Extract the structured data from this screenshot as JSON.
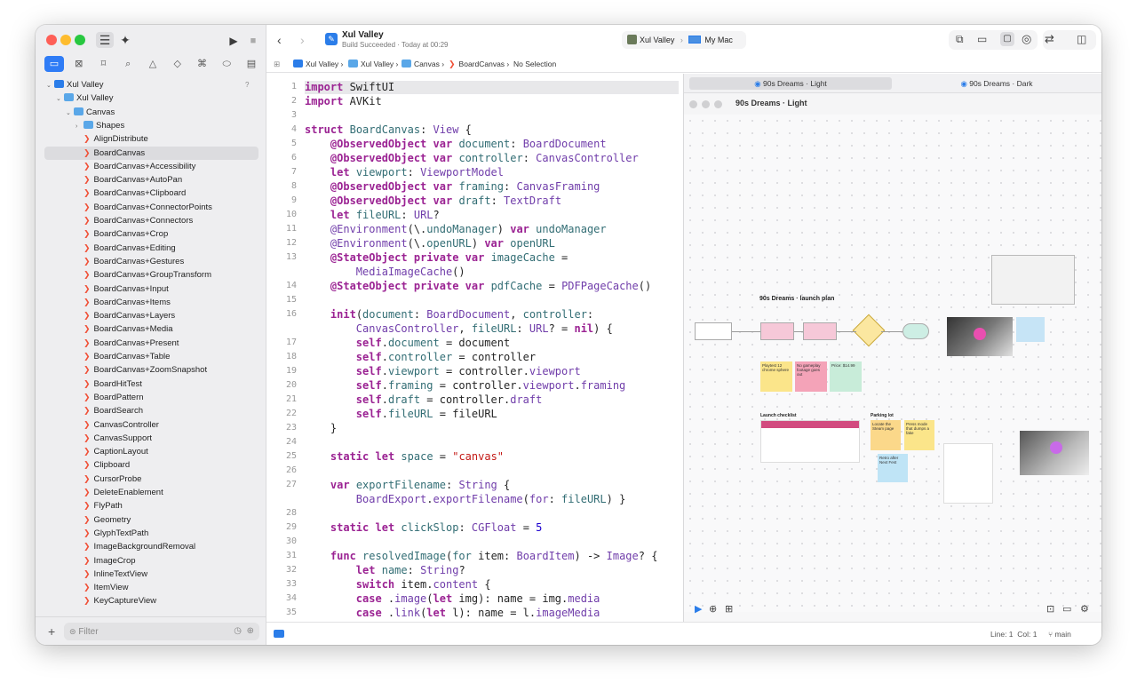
{
  "toolbar": {
    "project_name": "Xul Valley",
    "build_status": "Build Succeeded",
    "build_time": "Today at 00:29",
    "scheme": "Xul Valley",
    "destination": "My Mac"
  },
  "breadcrumb": [
    "Xul Valley",
    "Xul Valley",
    "Canvas",
    "BoardCanvas",
    "No Selection"
  ],
  "sidebar": {
    "project_badge": "?",
    "filter_placeholder": "Filter",
    "tree": [
      {
        "label": "Xul Valley",
        "level": 0,
        "kind": "project",
        "open": true
      },
      {
        "label": "Xul Valley",
        "level": 1,
        "kind": "folder",
        "open": true
      },
      {
        "label": "Canvas",
        "level": 2,
        "kind": "folder",
        "open": true
      },
      {
        "label": "Shapes",
        "level": 3,
        "kind": "folder",
        "open": false
      },
      {
        "label": "AlignDistribute",
        "level": 3,
        "kind": "swift"
      },
      {
        "label": "BoardCanvas",
        "level": 3,
        "kind": "swift",
        "selected": true
      },
      {
        "label": "BoardCanvas+Accessibility",
        "level": 3,
        "kind": "swift"
      },
      {
        "label": "BoardCanvas+AutoPan",
        "level": 3,
        "kind": "swift"
      },
      {
        "label": "BoardCanvas+Clipboard",
        "level": 3,
        "kind": "swift"
      },
      {
        "label": "BoardCanvas+ConnectorPoints",
        "level": 3,
        "kind": "swift"
      },
      {
        "label": "BoardCanvas+Connectors",
        "level": 3,
        "kind": "swift"
      },
      {
        "label": "BoardCanvas+Crop",
        "level": 3,
        "kind": "swift"
      },
      {
        "label": "BoardCanvas+Editing",
        "level": 3,
        "kind": "swift"
      },
      {
        "label": "BoardCanvas+Gestures",
        "level": 3,
        "kind": "swift"
      },
      {
        "label": "BoardCanvas+GroupTransform",
        "level": 3,
        "kind": "swift"
      },
      {
        "label": "BoardCanvas+Input",
        "level": 3,
        "kind": "swift"
      },
      {
        "label": "BoardCanvas+Items",
        "level": 3,
        "kind": "swift"
      },
      {
        "label": "BoardCanvas+Layers",
        "level": 3,
        "kind": "swift"
      },
      {
        "label": "BoardCanvas+Media",
        "level": 3,
        "kind": "swift"
      },
      {
        "label": "BoardCanvas+Present",
        "level": 3,
        "kind": "swift"
      },
      {
        "label": "BoardCanvas+Table",
        "level": 3,
        "kind": "swift"
      },
      {
        "label": "BoardCanvas+ZoomSnapshot",
        "level": 3,
        "kind": "swift"
      },
      {
        "label": "BoardHitTest",
        "level": 3,
        "kind": "swift"
      },
      {
        "label": "BoardPattern",
        "level": 3,
        "kind": "swift"
      },
      {
        "label": "BoardSearch",
        "level": 3,
        "kind": "swift"
      },
      {
        "label": "CanvasController",
        "level": 3,
        "kind": "swift"
      },
      {
        "label": "CanvasSupport",
        "level": 3,
        "kind": "swift"
      },
      {
        "label": "CaptionLayout",
        "level": 3,
        "kind": "swift"
      },
      {
        "label": "Clipboard",
        "level": 3,
        "kind": "swift"
      },
      {
        "label": "CursorProbe",
        "level": 3,
        "kind": "swift"
      },
      {
        "label": "DeleteEnablement",
        "level": 3,
        "kind": "swift"
      },
      {
        "label": "FlyPath",
        "level": 3,
        "kind": "swift"
      },
      {
        "label": "Geometry",
        "level": 3,
        "kind": "swift"
      },
      {
        "label": "GlyphTextPath",
        "level": 3,
        "kind": "swift"
      },
      {
        "label": "ImageBackgroundRemoval",
        "level": 3,
        "kind": "swift"
      },
      {
        "label": "ImageCrop",
        "level": 3,
        "kind": "swift"
      },
      {
        "label": "InlineTextView",
        "level": 3,
        "kind": "swift"
      },
      {
        "label": "ItemView",
        "level": 3,
        "kind": "swift"
      },
      {
        "label": "KeyCaptureView",
        "level": 3,
        "kind": "swift"
      }
    ]
  },
  "editor": {
    "lines": [
      {
        "n": "1",
        "html": "<span class='kw'>import</span> SwiftUI"
      },
      {
        "n": "2",
        "html": "<span class='kw'>import</span> AVKit"
      },
      {
        "n": "3",
        "html": ""
      },
      {
        "n": "4",
        "html": "<span class='kw'>struct</span> <span class='fn'>BoardCanvas</span>: <span class='ty'>View</span> {"
      },
      {
        "n": "5",
        "html": "    <span class='kw'>@ObservedObject</span> <span class='kw'>var</span> <span class='fn'>document</span>: <span class='ty'>BoardDocument</span>"
      },
      {
        "n": "6",
        "html": "    <span class='kw'>@ObservedObject</span> <span class='kw'>var</span> <span class='fn'>controller</span>: <span class='ty'>CanvasController</span>"
      },
      {
        "n": "7",
        "html": "    <span class='kw'>let</span> <span class='fn'>viewport</span>: <span class='ty'>ViewportModel</span>"
      },
      {
        "n": "8",
        "html": "    <span class='kw'>@ObservedObject</span> <span class='kw'>var</span> <span class='fn'>framing</span>: <span class='ty'>CanvasFraming</span>"
      },
      {
        "n": "9",
        "html": "    <span class='kw'>@ObservedObject</span> <span class='kw'>var</span> <span class='fn'>draft</span>: <span class='ty'>TextDraft</span>"
      },
      {
        "n": "10",
        "html": "    <span class='kw'>let</span> <span class='fn'>fileURL</span>: <span class='ty'>URL</span>?"
      },
      {
        "n": "11",
        "html": "    <span class='ty'>@Environment</span>(\\.<span class='fn'>undoManager</span>) <span class='kw'>var</span> <span class='fn'>undoManager</span>"
      },
      {
        "n": "12",
        "html": "    <span class='ty'>@Environment</span>(\\.<span class='fn'>openURL</span>) <span class='kw'>var</span> <span class='fn'>openURL</span>"
      },
      {
        "n": "13",
        "html": "    <span class='kw'>@StateObject</span> <span class='kw'>private</span> <span class='kw'>var</span> <span class='fn'>imageCache</span> ="
      },
      {
        "n": "",
        "html": "        <span class='ty'>MediaImageCache</span>()"
      },
      {
        "n": "14",
        "html": "    <span class='kw'>@StateObject</span> <span class='kw'>private</span> <span class='kw'>var</span> <span class='fn'>pdfCache</span> = <span class='ty'>PDFPageCache</span>()"
      },
      {
        "n": "15",
        "html": ""
      },
      {
        "n": "16",
        "html": "    <span class='kw'>init</span>(<span class='fn'>document</span>: <span class='ty'>BoardDocument</span>, <span class='fn'>controller</span>:"
      },
      {
        "n": "",
        "html": "        <span class='ty'>CanvasController</span>, <span class='fn'>fileURL</span>: <span class='ty'>URL</span>? = <span class='kw'>nil</span>) {"
      },
      {
        "n": "17",
        "html": "        <span class='kw'>self</span>.<span class='fn'>document</span> = document"
      },
      {
        "n": "18",
        "html": "        <span class='kw'>self</span>.<span class='fn'>controller</span> = controller"
      },
      {
        "n": "19",
        "html": "        <span class='kw'>self</span>.<span class='fn'>viewport</span> = controller.<span class='ty'>viewport</span>"
      },
      {
        "n": "20",
        "html": "        <span class='kw'>self</span>.<span class='fn'>framing</span> = controller.<span class='ty'>viewport</span>.<span class='ty'>framing</span>"
      },
      {
        "n": "21",
        "html": "        <span class='kw'>self</span>.<span class='fn'>draft</span> = controller.<span class='ty'>draft</span>"
      },
      {
        "n": "22",
        "html": "        <span class='kw'>self</span>.<span class='fn'>fileURL</span> = fileURL"
      },
      {
        "n": "23",
        "html": "    }"
      },
      {
        "n": "24",
        "html": ""
      },
      {
        "n": "25",
        "html": "    <span class='kw'>static</span> <span class='kw'>let</span> <span class='fn'>space</span> = <span class='str'>\"canvas\"</span>"
      },
      {
        "n": "26",
        "html": ""
      },
      {
        "n": "27",
        "html": "    <span class='kw'>var</span> <span class='fn'>exportFilename</span>: <span class='ty'>String</span> {"
      },
      {
        "n": "",
        "html": "        <span class='ty'>BoardExport</span>.<span class='ty'>exportFilename</span>(<span class='ty'>for</span>: <span class='fn'>fileURL</span>) }"
      },
      {
        "n": "28",
        "html": ""
      },
      {
        "n": "29",
        "html": "    <span class='kw'>static</span> <span class='kw'>let</span> <span class='fn'>clickSlop</span>: <span class='ty'>CGFloat</span> = <span class='num'>5</span>"
      },
      {
        "n": "30",
        "html": ""
      },
      {
        "n": "31",
        "html": "    <span class='kw'>func</span> <span class='fn'>resolvedImage</span>(<span class='fn'>for</span> item: <span class='ty'>BoardItem</span>) -> <span class='ty'>Image</span>? {"
      },
      {
        "n": "32",
        "html": "        <span class='kw'>let</span> <span class='fn'>name</span>: <span class='ty'>String</span>?"
      },
      {
        "n": "33",
        "html": "        <span class='kw'>switch</span> item.<span class='ty'>content</span> {"
      },
      {
        "n": "34",
        "html": "        <span class='kw'>case</span> .<span class='ty'>image</span>(<span class='kw'>let</span> img): name = img.<span class='ty'>media</span>"
      },
      {
        "n": "35",
        "html": "        <span class='kw'>case</span> .<span class='ty'>link</span>(<span class='kw'>let</span> l): name = l.<span class='ty'>imageMedia</span>"
      }
    ]
  },
  "preview": {
    "tab_light": "90s Dreams · Light",
    "tab_dark": "90s Dreams · Dark",
    "title": "90s Dreams · Light",
    "board_title": "90s Dreams · launch plan",
    "launch_checklist": "Launch checklist",
    "parking_lot": "Parking lot",
    "stickies": [
      "Playtest 12 chrome sphere",
      "No gameplay footage goes out",
      "Price: $14.99",
      "Locate the Steam page",
      "Press mode that dumps a fake",
      "Retro after Next Fest"
    ]
  },
  "status": {
    "position": "Line: 1  Col: 1",
    "branch": "main"
  }
}
